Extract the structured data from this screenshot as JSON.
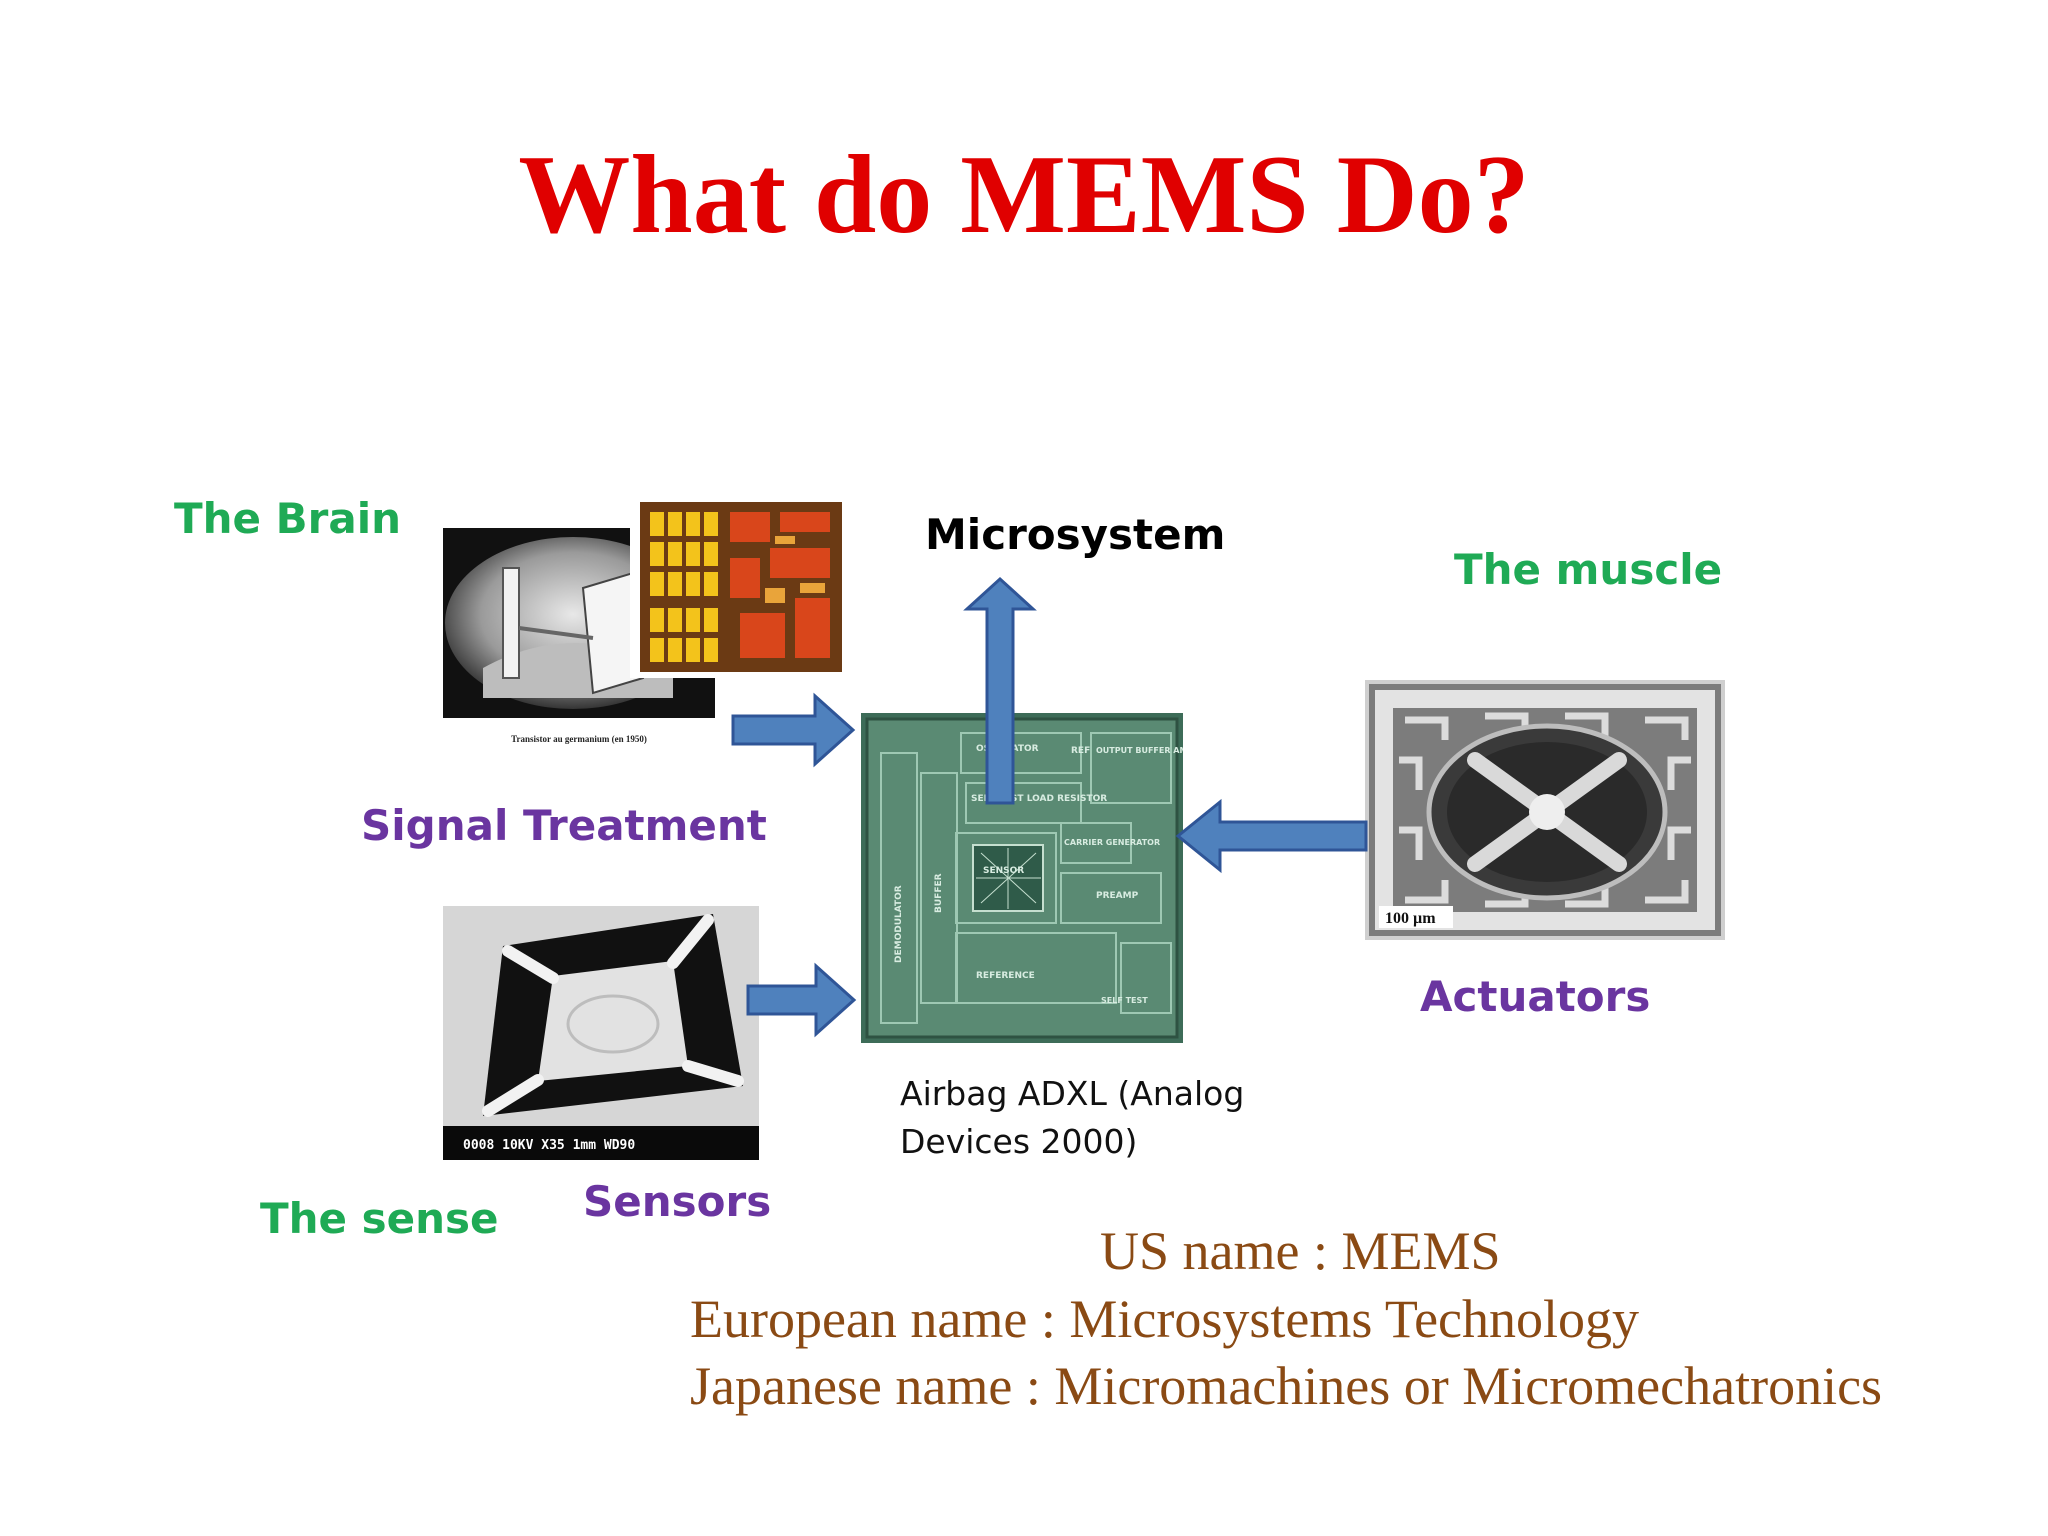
{
  "title": "What do MEMS Do?",
  "labels": {
    "brain": "The Brain",
    "microsystem": "Microsystem",
    "muscle": "The muscle",
    "signal_treatment": "Signal Treatment",
    "actuators": "Actuators",
    "sense": "The sense",
    "sensors": "Sensors"
  },
  "images": {
    "transistor_caption": "Transistor au germanium (en 1950)",
    "sem_readout": "0008  10KV       X35    1mm WD90",
    "scale_bar": "100 µm",
    "chip_caption_line1": "Airbag ADXL (Analog",
    "chip_caption_line2": "Devices 2000)"
  },
  "chip_blocks": [
    "OSCILLATOR",
    "SELF TEST LOAD RESISTOR",
    "REF",
    "OUTPUT BUFFER AMP",
    "SENSOR",
    "CARRIER GENERATOR",
    "PREAMP",
    "REFERENCE",
    "DEMODULATOR",
    "BUFFER",
    "SELF TEST"
  ],
  "names": {
    "us": "US name : MEMS",
    "european": "European name : Microsystems Technology",
    "japanese": "Japanese name : Micromachines or Micromechatronics"
  },
  "colors": {
    "title": "#e00000",
    "role_labels": "#1faa55",
    "function_labels": "#6a35a0",
    "names": "#8a4a14",
    "arrows": "#4f81bd"
  }
}
